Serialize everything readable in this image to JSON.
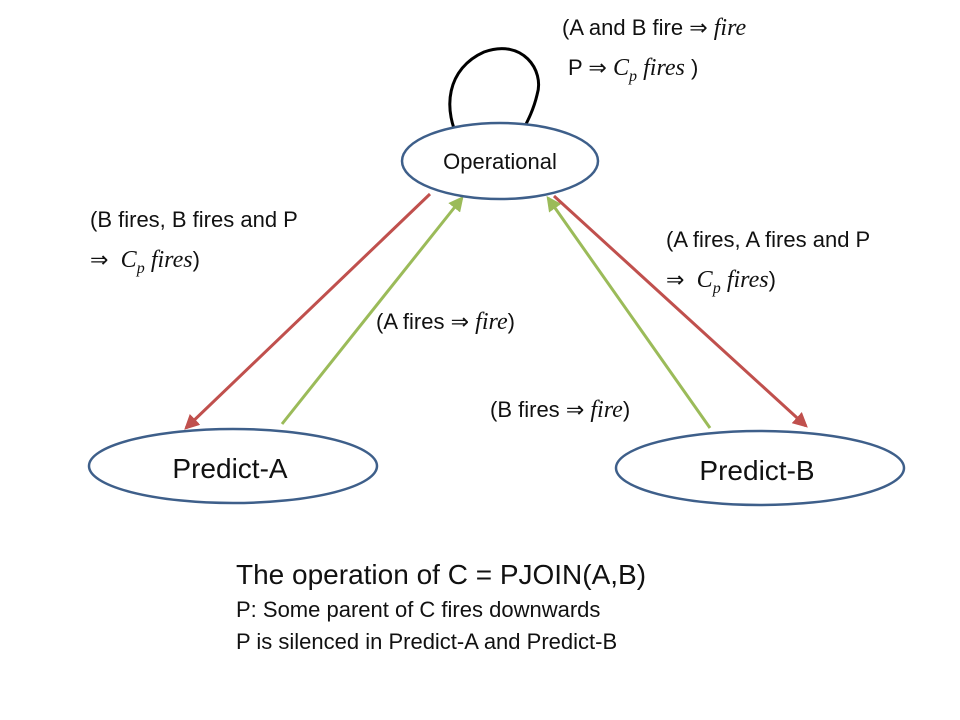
{
  "nodes": {
    "operational": "Operational",
    "predict_a": "Predict-A",
    "predict_b": "Predict-B"
  },
  "labels": {
    "self_loop": {
      "line1_text": "(A and B fire",
      "line1_italic": "fire",
      "line2_text": "P",
      "line2_italic": "fires",
      "line2_end": ")"
    },
    "op_to_a": {
      "line1": "(B fires, B fires and P",
      "line2_italic": "fires",
      "line2_end": ")"
    },
    "a_to_op": {
      "text": "(A fires",
      "italic": "fire",
      "end": ")"
    },
    "op_to_b": {
      "line1": "(A fires, A fires and P",
      "line2_italic": "fires",
      "line2_end": ")"
    },
    "b_to_op": {
      "text": "(B fires",
      "italic": "fire",
      "end": ")"
    },
    "implies": "⇒",
    "cp_base": "C",
    "cp_sub": "p"
  },
  "caption": {
    "title": "The operation of C = PJOIN(A,B)",
    "line1": "P: Some parent of C fires downwards",
    "line2": "P is silenced in Predict-A and Predict-B"
  },
  "colors": {
    "node_stroke": "#3e5f8a",
    "red_edge": "#c0504d",
    "green_edge": "#9bbb59",
    "loop": "#000000"
  }
}
